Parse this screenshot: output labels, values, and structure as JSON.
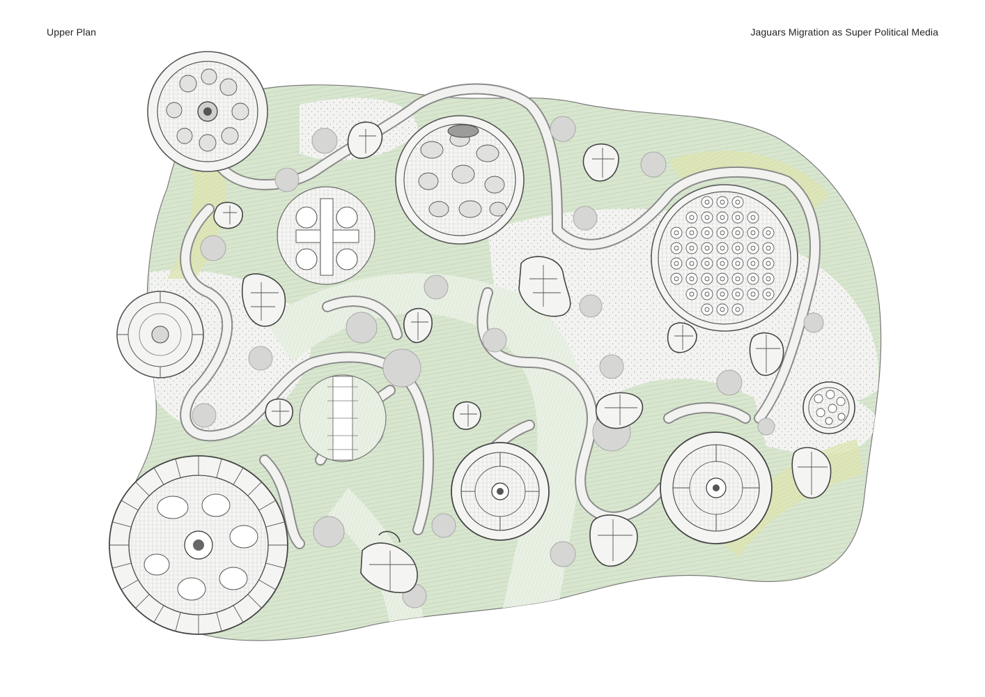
{
  "header": {
    "left_title": "Upper Plan",
    "right_title": "Jaguars Migration as Super Political Media"
  },
  "colors": {
    "site_fill": "#dbe8d2",
    "site_light": "#eef3ea",
    "stripe_light": "#c9dcbd",
    "stripe_yellow": "#d7e2a4",
    "path_fill": "#f2f2f0",
    "path_edge": "#8a8a8a",
    "building_fill": "#f4f4f2",
    "building_edge": "#4a4a4a",
    "pad_fill": "#d6d6d4",
    "ink": "#3c3c3c"
  },
  "icons": {
    "tree_pad": "circle-pad",
    "pod": "pebble-pod",
    "building": "round-building"
  }
}
